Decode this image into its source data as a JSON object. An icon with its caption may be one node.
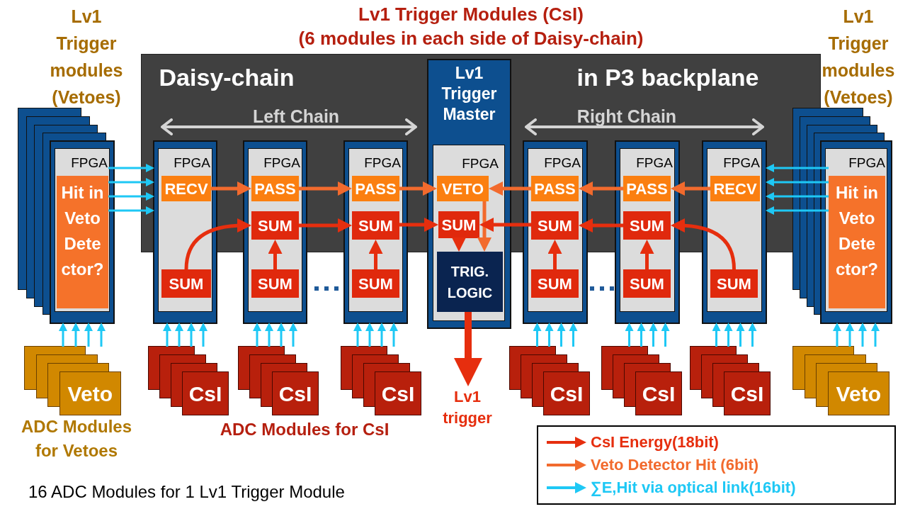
{
  "diagram": {
    "caption": "16 ADC Modules for 1 Lv1 Trigger Module",
    "nodes": [
      {
        "text": [
          "FPGA"
        ]
      },
      {
        "text": [
          "Hit in Veto Dete ctor?"
        ],
        "in": 0
      },
      {
        "text": [
          "FPGA"
        ]
      },
      {
        "text": [
          "RECV"
        ],
        "in": 2
      },
      {
        "text": [
          "SUM"
        ],
        "in": 2
      },
      {
        "text": [
          "FPGA"
        ]
      },
      {
        "text": [
          "PASS"
        ],
        "in": 5
      },
      {
        "text": [
          "SUM"
        ],
        "in": 5
      },
      {
        "text": [
          "SUM"
        ],
        "in": 5
      },
      {
        "text": [
          "FPGA"
        ]
      },
      {
        "text": [
          "PASS"
        ],
        "in": 9
      },
      {
        "text": [
          "SUM"
        ],
        "in": 9
      },
      {
        "text": [
          "SUM"
        ],
        "in": 9
      },
      {
        "text": [
          "Lv1 Trigger Master"
        ]
      },
      {
        "text": [
          "FPGA"
        ],
        "in": 13
      },
      {
        "text": [
          "VETO"
        ],
        "in": 14
      },
      {
        "text": [
          "SUM"
        ],
        "in": 14
      },
      {
        "text": [
          "TRIG. LOGIC"
        ],
        "in": 14
      },
      {
        "text": [
          "FPGA"
        ]
      },
      {
        "text": [
          "PASS"
        ],
        "in": 18
      },
      {
        "text": [
          "SUM"
        ],
        "in": 18
      },
      {
        "text": [
          "SUM"
        ],
        "in": 18
      },
      {
        "text": [
          "FPGA"
        ]
      },
      {
        "text": [
          "PASS"
        ],
        "in": 22
      },
      {
        "text": [
          "SUM"
        ],
        "in": 22
      },
      {
        "text": [
          "SUM"
        ],
        "in": 22
      },
      {
        "text": [
          "FPGA"
        ]
      },
      {
        "text": [
          "RECV"
        ],
        "in": 26
      },
      {
        "text": [
          "SUM"
        ],
        "in": 26
      },
      {
        "text": [
          "FPGA"
        ]
      },
      {
        "text": [
          "Hit in Veto Dete ctor?"
        ],
        "in": 29
      },
      {
        "text": [
          "Veto"
        ]
      },
      {
        "text": [
          "CsI"
        ]
      },
      {
        "text": [
          "CsI"
        ]
      },
      {
        "text": [
          "CsI"
        ]
      },
      {
        "text": [
          "CsI"
        ]
      },
      {
        "text": [
          "CsI"
        ]
      },
      {
        "text": [
          "CsI"
        ]
      },
      {
        "text": [
          "Veto"
        ]
      },
      {
        "text": [
          "Lv1 trigger"
        ]
      }
    ],
    "edges": [
      {
        "from": 3,
        "to": 6,
        "arrow": "to",
        "color": "#f26a2d"
      },
      {
        "from": 6,
        "to": 10,
        "arrow": "to",
        "color": "#f26a2d"
      },
      {
        "from": 10,
        "to": 15,
        "arrow": "to",
        "color": "#f26a2d"
      },
      {
        "from": 27,
        "to": 23,
        "arrow": "to",
        "color": "#f26a2d"
      },
      {
        "from": 23,
        "to": 19,
        "arrow": "to",
        "color": "#f26a2d"
      },
      {
        "from": 19,
        "to": 15,
        "arrow": "to",
        "color": "#f26a2d"
      },
      {
        "from": 15,
        "to": 17,
        "arrow": "to",
        "color": "#f26a2d"
      },
      {
        "from": 4,
        "to": 7,
        "arrow": "to",
        "color": "#e62e0e"
      },
      {
        "from": 8,
        "to": 7,
        "arrow": "to",
        "color": "#e62e0e"
      },
      {
        "from": 7,
        "to": 11,
        "arrow": "to",
        "color": "#e62e0e"
      },
      {
        "from": 12,
        "to": 11,
        "arrow": "to",
        "color": "#e62e0e"
      },
      {
        "from": 11,
        "to": 16,
        "arrow": "to",
        "color": "#e62e0e"
      },
      {
        "from": 28,
        "to": 24,
        "arrow": "to",
        "color": "#e62e0e"
      },
      {
        "from": 25,
        "to": 24,
        "arrow": "to",
        "color": "#e62e0e"
      },
      {
        "from": 24,
        "to": 20,
        "arrow": "to",
        "color": "#e62e0e"
      },
      {
        "from": 21,
        "to": 20,
        "arrow": "to",
        "color": "#e62e0e"
      },
      {
        "from": 20,
        "to": 16,
        "arrow": "to",
        "color": "#e62e0e"
      },
      {
        "from": 16,
        "to": 17,
        "arrow": "to",
        "color": "#e62e0e"
      },
      {
        "from": 17,
        "to": 39,
        "arrow": "to",
        "color": "#e62e0e",
        "style": "thick"
      },
      {
        "from": 1,
        "to": 2,
        "arrow": "to"
      },
      {
        "from": 1,
        "to": 2,
        "arrow": "to"
      },
      {
        "from": 1,
        "to": 2,
        "arrow": "to"
      },
      {
        "from": 1,
        "to": 2,
        "arrow": "to"
      },
      {
        "from": 30,
        "to": 26,
        "arrow": "to"
      },
      {
        "from": 30,
        "to": 26,
        "arrow": "to"
      },
      {
        "from": 30,
        "to": 26,
        "arrow": "to"
      },
      {
        "from": 30,
        "to": 26,
        "arrow": "to"
      },
      {
        "from": 31,
        "to": 0,
        "arrow": "to"
      },
      {
        "from": 31,
        "to": 0,
        "arrow": "to"
      },
      {
        "from": 31,
        "to": 0,
        "arrow": "to"
      },
      {
        "from": 31,
        "to": 0,
        "arrow": "to"
      },
      {
        "from": 32,
        "to": 2,
        "arrow": "to"
      },
      {
        "from": 32,
        "to": 2,
        "arrow": "to"
      },
      {
        "from": 32,
        "to": 2,
        "arrow": "to"
      },
      {
        "from": 32,
        "to": 2,
        "arrow": "to"
      },
      {
        "from": 33,
        "to": 5,
        "arrow": "to"
      },
      {
        "from": 33,
        "to": 5,
        "arrow": "to"
      },
      {
        "from": 33,
        "to": 5,
        "arrow": "to"
      },
      {
        "from": 33,
        "to": 5,
        "arrow": "to"
      },
      {
        "from": 34,
        "to": 9,
        "arrow": "to"
      },
      {
        "from": 34,
        "to": 9,
        "arrow": "to"
      },
      {
        "from": 34,
        "to": 9,
        "arrow": "to"
      },
      {
        "from": 34,
        "to": 9,
        "arrow": "to"
      },
      {
        "from": 35,
        "to": 18,
        "arrow": "to"
      },
      {
        "from": 35,
        "to": 18,
        "arrow": "to"
      },
      {
        "from": 35,
        "to": 18,
        "arrow": "to"
      },
      {
        "from": 35,
        "to": 18,
        "arrow": "to"
      },
      {
        "from": 36,
        "to": 22,
        "arrow": "to"
      },
      {
        "from": 36,
        "to": 22,
        "arrow": "to"
      },
      {
        "from": 36,
        "to": 22,
        "arrow": "to"
      },
      {
        "from": 36,
        "to": 22,
        "arrow": "to"
      },
      {
        "from": 37,
        "to": 26,
        "arrow": "to"
      },
      {
        "from": 37,
        "to": 26,
        "arrow": "to"
      },
      {
        "from": 37,
        "to": 26,
        "arrow": "to"
      },
      {
        "from": 37,
        "to": 26,
        "arrow": "to"
      },
      {
        "from": 38,
        "to": 29,
        "arrow": "to"
      },
      {
        "from": 38,
        "to": 29,
        "arrow": "to"
      },
      {
        "from": 38,
        "to": 29,
        "arrow": "to"
      },
      {
        "from": 38,
        "to": 29,
        "arrow": "to"
      }
    ],
    "labels": [
      "Lv1 Trigger modules (Vetoes)",
      "Lv1 Trigger Modules (CsI)",
      "(6 modules in each side of Daisy-chain)",
      "Lv1 Trigger modules (Vetoes)",
      "Daisy-chain",
      "in P3 backplane",
      "Left Chain",
      "Right Chain",
      "ADC Modules for Vetoes",
      "ADC Modules for CsI"
    ],
    "legend": [
      {
        "text": "CsI Energy(18bit)"
      },
      {
        "text": "Veto Detector Hit (6bit)"
      },
      {
        "text": "∑E,Hit via optical link(16bit)"
      }
    ]
  }
}
